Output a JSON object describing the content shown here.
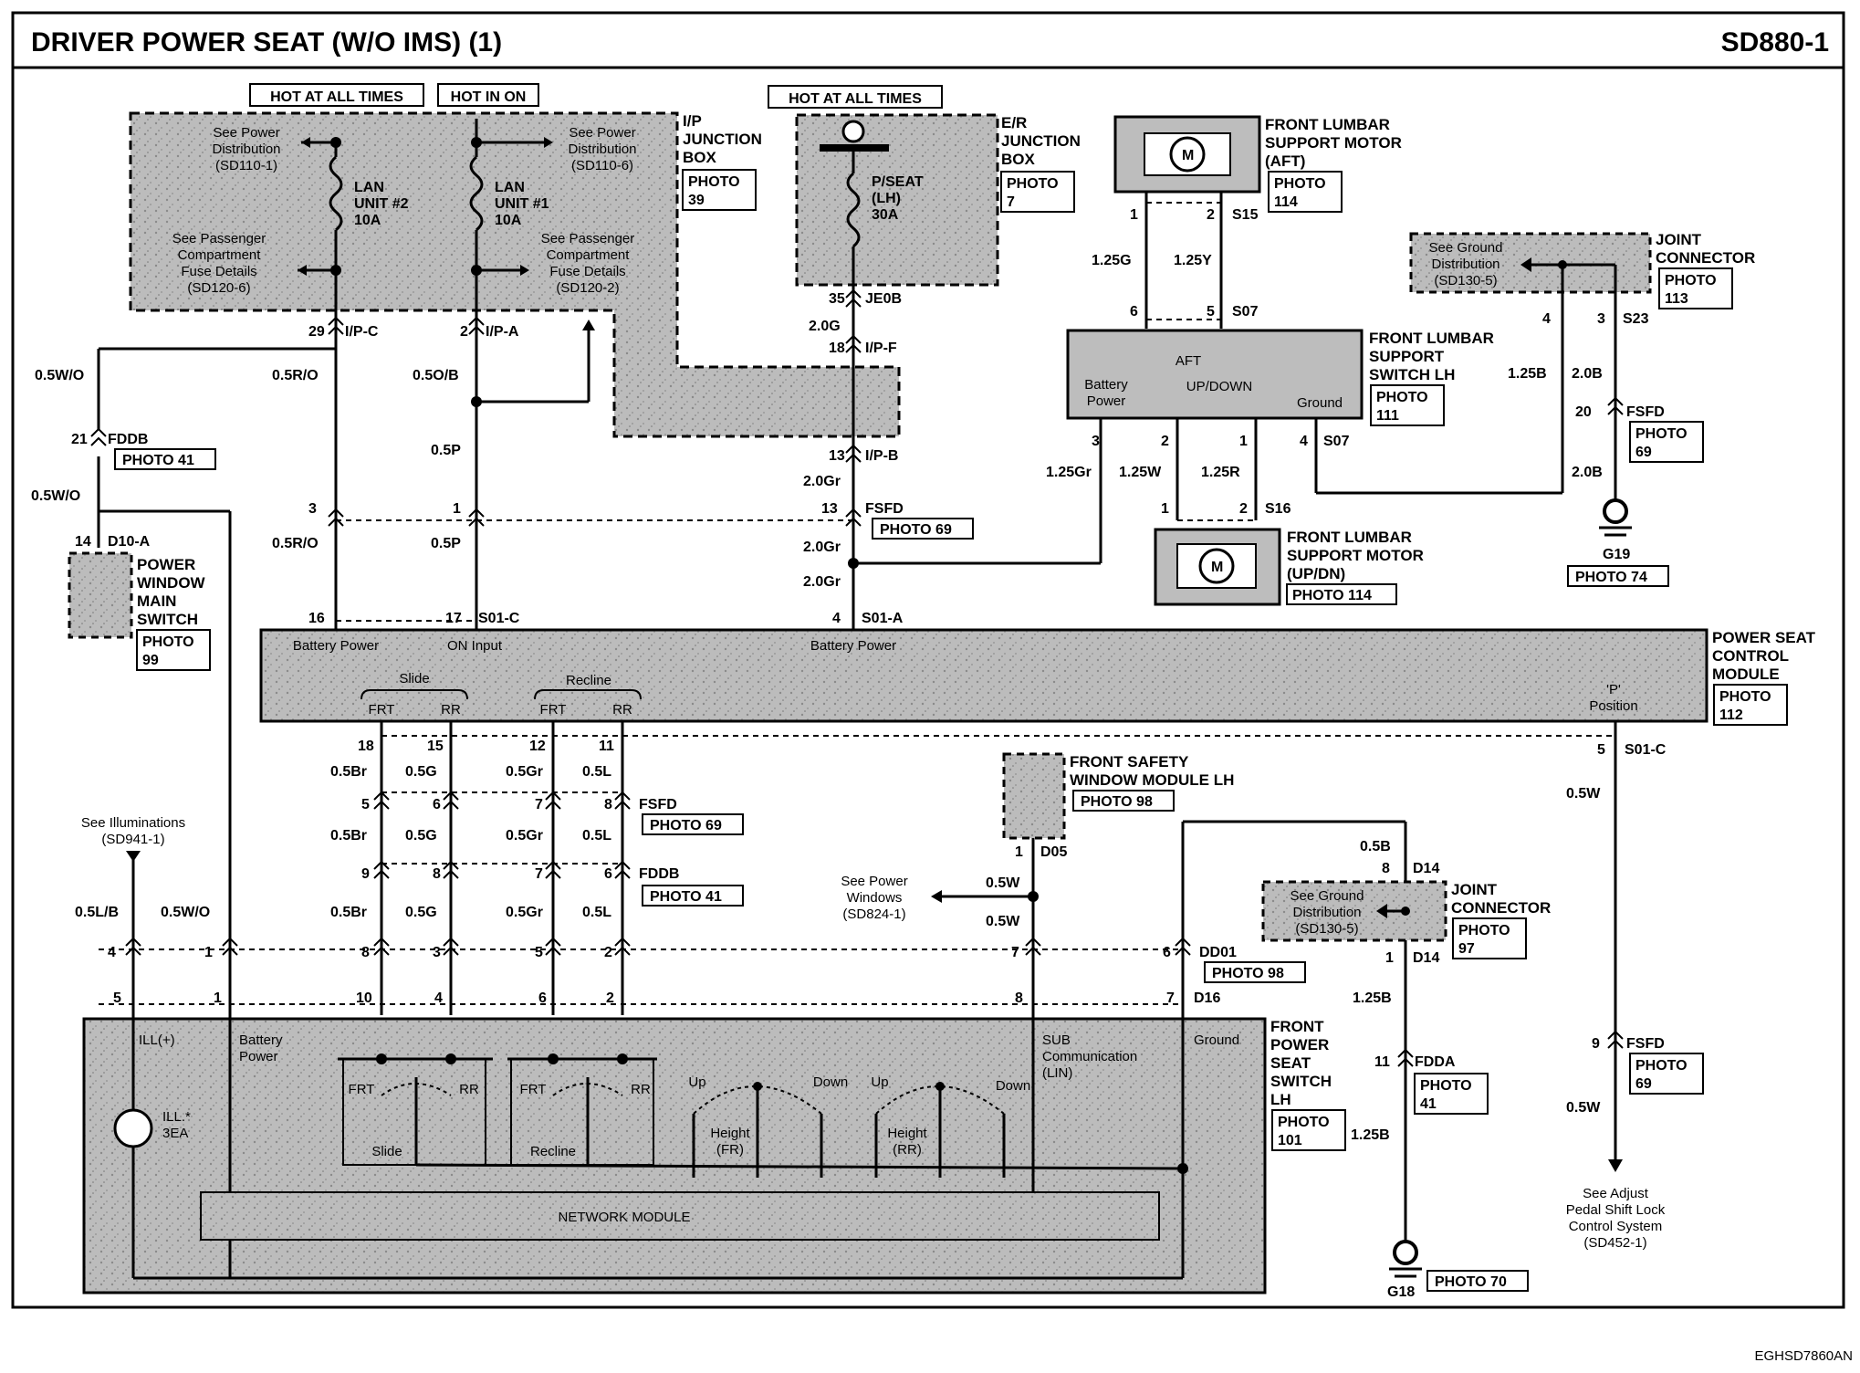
{
  "header": {
    "title": "DRIVER POWER SEAT (W/O IMS) (1)",
    "code": "SD880-1",
    "image_code": "EGHSD7860AN"
  },
  "power_tags": {
    "hot_all_times_1": "HOT AT ALL TIMES",
    "hot_in_on": "HOT IN ON",
    "hot_all_times_2": "HOT AT ALL TIMES"
  },
  "ip_junction": {
    "name": [
      "I/P",
      "JUNCTION",
      "BOX"
    ],
    "photo": [
      "PHOTO",
      "39"
    ],
    "fuse2_name": [
      "LAN",
      "UNIT #2",
      "10A"
    ],
    "fuse1_name": [
      "LAN",
      "UNIT #1",
      "10A"
    ],
    "see_pd1": [
      "See Power",
      "Distribution",
      "(SD110-1)"
    ],
    "see_pd6": [
      "See Power",
      "Distribution",
      "(SD110-6)"
    ],
    "see_pc6": [
      "See Passenger",
      "Compartment",
      "Fuse Details",
      "(SD120-6)"
    ],
    "see_pc2": [
      "See Passenger",
      "Compartment",
      "Fuse Details",
      "(SD120-2)"
    ]
  },
  "er_junction": {
    "name": [
      "E/R",
      "JUNCTION",
      "BOX"
    ],
    "photo": [
      "PHOTO",
      "7"
    ],
    "fuse": [
      "P/SEAT",
      "(LH)",
      "30A"
    ]
  },
  "lumbar_aft": {
    "name": [
      "FRONT LUMBAR",
      "SUPPORT MOTOR",
      "(AFT)"
    ],
    "photo": [
      "PHOTO",
      "114"
    ]
  },
  "lumbar_updn": {
    "name": [
      "FRONT LUMBAR",
      "SUPPORT MOTOR",
      "(UP/DN)"
    ],
    "photo": "PHOTO 114"
  },
  "lumbar_switch": {
    "name": [
      "FRONT LUMBAR",
      "SUPPORT",
      "SWITCH LH"
    ],
    "photo": [
      "PHOTO",
      "111"
    ],
    "battery": [
      "Battery",
      "Power"
    ],
    "aft": "AFT",
    "updown": "UP/DOWN",
    "ground": "Ground"
  },
  "joint_top": {
    "name": [
      "JOINT",
      "CONNECTOR"
    ],
    "photo": [
      "PHOTO",
      "113"
    ],
    "see": [
      "See Ground",
      "Distribution",
      "(SD130-5)"
    ]
  },
  "joint_bottom": {
    "name": [
      "JOINT",
      "CONNECTOR"
    ],
    "photo": [
      "PHOTO",
      "97"
    ],
    "see": [
      "See Ground",
      "Distribution",
      "(SD130-5)"
    ]
  },
  "pw_switch": {
    "name": [
      "POWER",
      "WINDOW",
      "MAIN",
      "SWITCH"
    ],
    "photo": [
      "PHOTO",
      "99"
    ]
  },
  "pscm": {
    "name": [
      "POWER SEAT",
      "CONTROL",
      "MODULE"
    ],
    "photo": [
      "PHOTO",
      "112"
    ],
    "battery1": "Battery Power",
    "on_input": "ON Input",
    "battery2": "Battery Power",
    "slide": "Slide",
    "recline": "Recline",
    "frt": "FRT",
    "rr": "RR",
    "p_position": [
      "'P'",
      "Position"
    ]
  },
  "safety_window": {
    "name": [
      "FRONT SAFETY",
      "WINDOW MODULE LH"
    ],
    "photo": "PHOTO 98"
  },
  "seat_switch": {
    "name": [
      "FRONT",
      "POWER",
      "SEAT",
      "SWITCH",
      "LH"
    ],
    "photo": [
      "PHOTO",
      "101"
    ],
    "ill": "ILL(+)",
    "battery": [
      "Battery",
      "Power"
    ],
    "sub": [
      "SUB",
      "Communication",
      "(LIN)"
    ],
    "ground": "Ground",
    "lamp": [
      "ILL.*",
      "3EA"
    ],
    "frt": "FRT",
    "rr": "RR",
    "slide": "Slide",
    "recline": "Recline",
    "up": "Up",
    "down": "Down",
    "height_fr": [
      "Height",
      "(FR)"
    ],
    "height_rr": [
      "Height",
      "(RR)"
    ],
    "network": "NETWORK MODULE"
  },
  "refs": {
    "illum": [
      "See Illuminations",
      "(SD941-1)"
    ],
    "windows": [
      "See Power",
      "Windows",
      "(SD824-1)"
    ],
    "adjust": [
      "See Adjust",
      "Pedal Shift Lock",
      "Control System",
      "(SD452-1)"
    ]
  },
  "connectors": {
    "ip_c": "I/P-C",
    "ip_a": "I/P-A",
    "ip_f": "I/P-F",
    "ip_b": "I/P-B",
    "je0b": "JE0B",
    "fddb": "FDDB",
    "fsfd": "FSFD",
    "fdda": "FDDA",
    "d10a": "D10-A",
    "s01c": "S01-C",
    "s01a": "S01-A",
    "s15": "S15",
    "s07": "S07",
    "s16": "S16",
    "s23": "S23",
    "d05": "D05",
    "d14": "D14",
    "dd01": "DD01",
    "d16": "D16",
    "g19": "G19",
    "g18": "G18",
    "photo41": "PHOTO 41",
    "photo69": "PHOTO 69",
    "photo74": "PHOTO 74",
    "photo70": "PHOTO 70",
    "photo98": "PHOTO 98",
    "photo41v": [
      "PHOTO",
      "41"
    ],
    "photo69v": [
      "PHOTO",
      "69"
    ]
  },
  "wires": {
    "w05WO": "0.5W/O",
    "w05RO": "0.5R/O",
    "w05OB": "0.5O/B",
    "w05P": "0.5P",
    "w20G": "2.0G",
    "w20Gr": "2.0Gr",
    "w125G": "1.25G",
    "w125Y": "1.25Y",
    "w125Gr": "1.25Gr",
    "w125W": "1.25W",
    "w125R": "1.25R",
    "w125B": "1.25B",
    "w20B": "2.0B",
    "w05Br": "0.5Br",
    "w05G": "0.5G",
    "w05Gr": "0.5Gr",
    "w05L": "0.5L",
    "w05LB": "0.5L/B",
    "w05W": "0.5W",
    "w05B": "0.5B"
  },
  "pins": {
    "p29": "29",
    "p2": "2",
    "p21": "21",
    "p14": "14",
    "p3": "3",
    "p1": "1",
    "p16": "16",
    "p17": "17",
    "p35": "35",
    "p18": "18",
    "p13": "13",
    "p4": "4",
    "p6": "6",
    "p5": "5",
    "p20": "20",
    "p15": "15",
    "p12": "12",
    "p11": "11",
    "p8": "8",
    "p7": "7",
    "p9": "9",
    "p10": "10"
  }
}
